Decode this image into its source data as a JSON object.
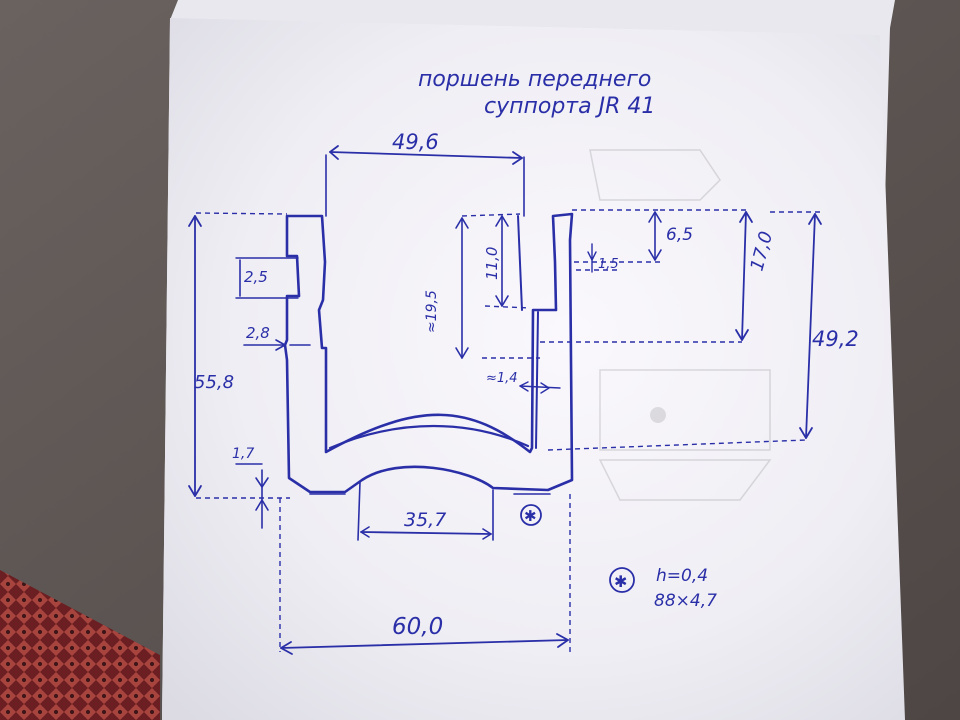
{
  "title": {
    "line1": "поршень переднего",
    "line2": "суппорта JR 41"
  },
  "dimensions": {
    "top_inner_width": "49,6",
    "total_height": "55,8",
    "step_height": "2,5",
    "wall_thickness": "2,8",
    "bottom_offset": "1,7",
    "inner_depth": "11,0",
    "groove_depth": "≈19,5",
    "groove_width": "≈1,4",
    "top_offset": "6,5",
    "small_step": "1,5",
    "depth_170": "17,0",
    "outer_height": "49,2",
    "bottom_inner_width": "35,7",
    "outer_width": "60,0"
  },
  "note": {
    "symbol": "✱",
    "line1": "h=0,4",
    "line2": "88×4,7"
  },
  "colors": {
    "ink": "#2a2fa8",
    "paper": "#f4f3f7",
    "background": "#5d5552"
  }
}
